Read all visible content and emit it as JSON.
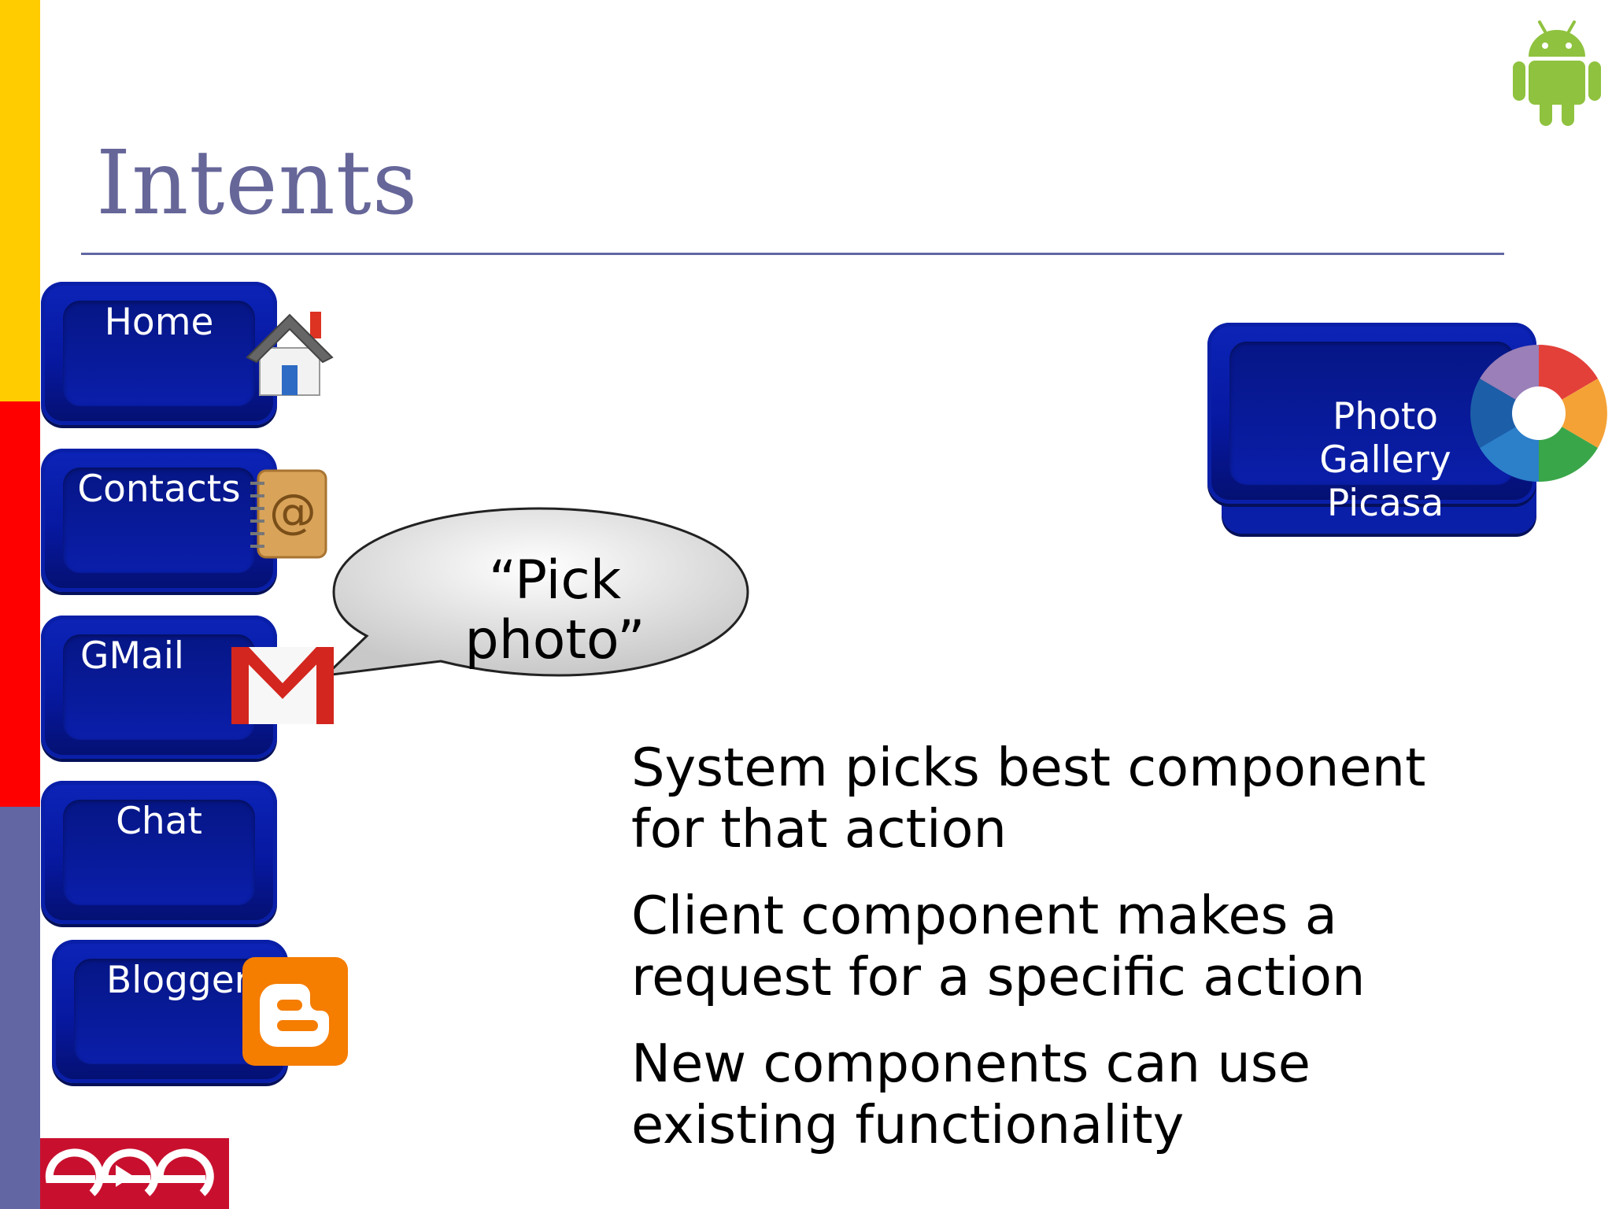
{
  "slide": {
    "title": "Intents",
    "accent_colors": [
      "#FFCC00",
      "#FF0000",
      "#6266A2"
    ],
    "title_color": "#666699"
  },
  "apps": [
    {
      "label": "Home",
      "icon": "home-icon"
    },
    {
      "label": "Contacts",
      "icon": "contacts-icon"
    },
    {
      "label": "GMail",
      "icon": "gmail-icon"
    },
    {
      "label": "Chat",
      "icon": ""
    },
    {
      "label": "Blogger",
      "icon": "blogger-icon"
    }
  ],
  "target_app": {
    "lines": [
      "Photo",
      "Gallery",
      "Picasa"
    ],
    "icon": "picasa-icon"
  },
  "speech_bubble": {
    "lines": [
      "“Pick",
      "photo”"
    ]
  },
  "bullets": [
    {
      "lines": [
        "System picks best component",
        "for that action"
      ]
    },
    {
      "lines": [
        "Client component makes a",
        "request for a specific action"
      ]
    },
    {
      "lines": [
        "New components can use",
        "existing functionality"
      ]
    }
  ],
  "logos": {
    "top_right": "android-logo",
    "bottom_left": "ece-logo"
  }
}
